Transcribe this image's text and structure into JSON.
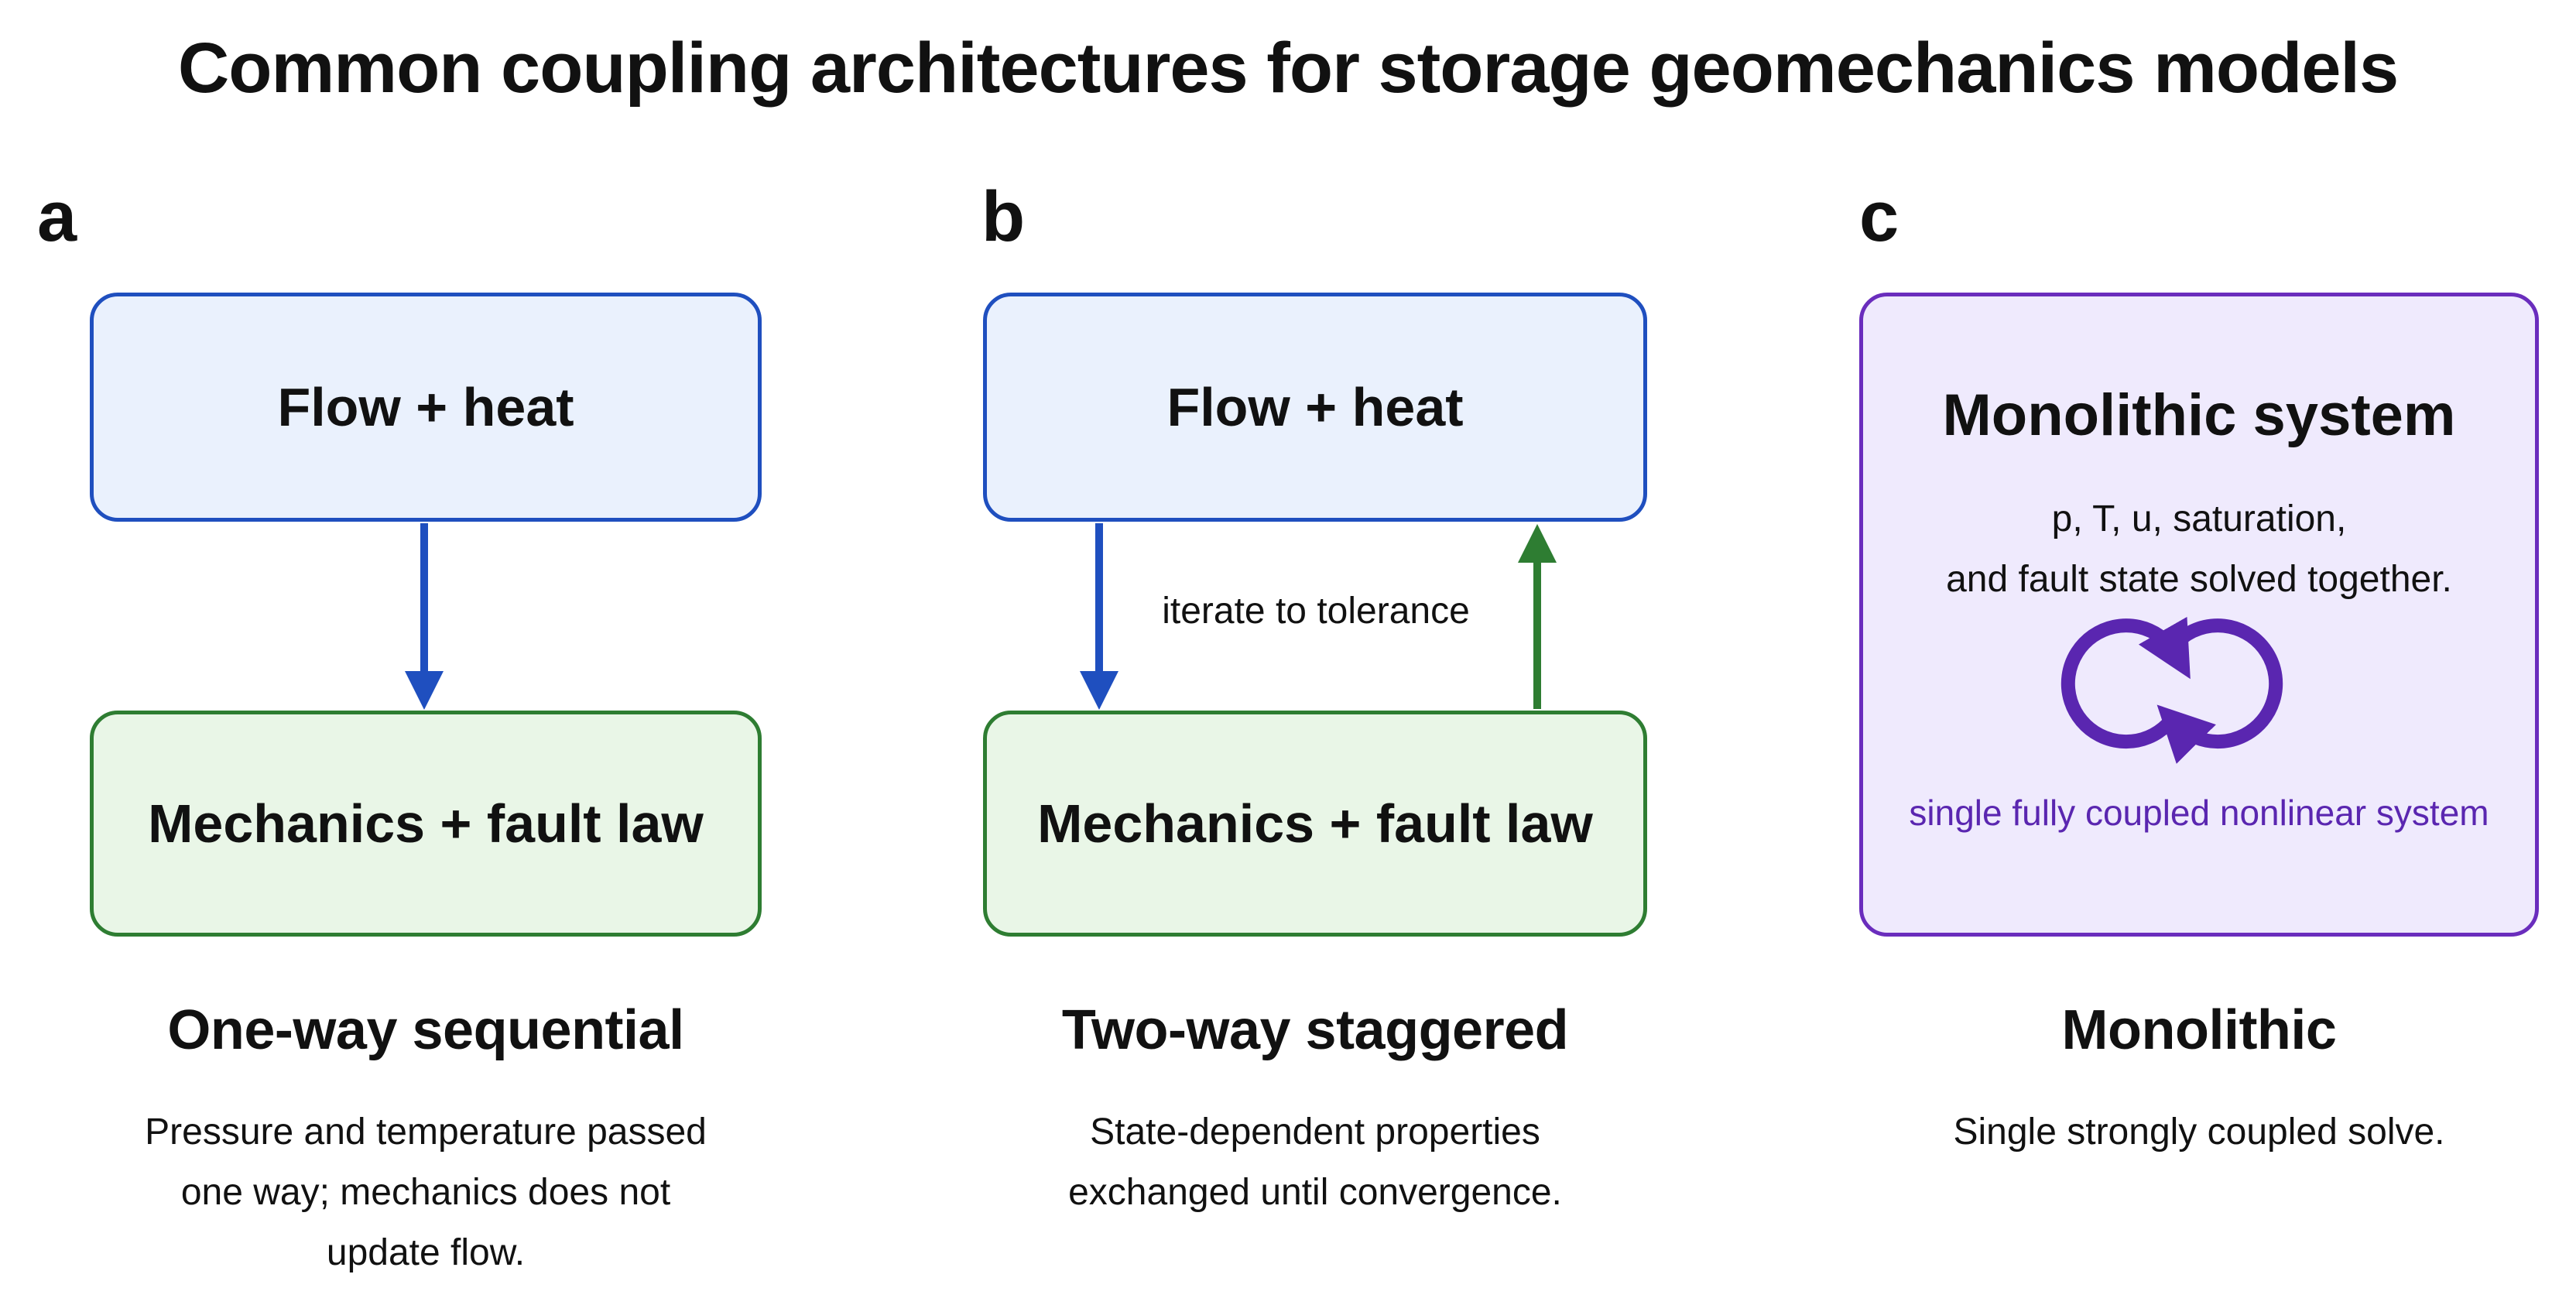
{
  "title": "Common coupling architectures for storage geomechanics models",
  "panels": {
    "a": {
      "letter": "a",
      "top_box": "Flow + heat",
      "bottom_box": "Mechanics + fault law",
      "heading": "One-way sequential",
      "desc_lines": [
        "Pressure and temperature passed",
        "one way; mechanics does not",
        "update flow."
      ]
    },
    "b": {
      "letter": "b",
      "top_box": "Flow + heat",
      "bottom_box": "Mechanics + fault law",
      "loop_label": "iterate to tolerance",
      "heading": "Two-way staggered",
      "desc_lines": [
        "State-dependent properties",
        "exchanged until convergence."
      ]
    },
    "c": {
      "letter": "c",
      "box_title": "Monolithic system",
      "box_lines": [
        "p, T, u, saturation,",
        "and fault state solved together."
      ],
      "box_caption": "single fully coupled nonlinear system",
      "heading": "Monolithic",
      "desc_lines": [
        "Single strongly coupled solve."
      ]
    }
  },
  "colors": {
    "flow_border": "#1f4fbf",
    "flow_fill": "#eaf1fd",
    "mech_border": "#2e7d32",
    "mech_fill": "#e9f6e7",
    "mono_border": "#6a2dbd",
    "mono_fill": "#efeafd"
  },
  "icons": {
    "loop": "circular-arrows-icon"
  }
}
